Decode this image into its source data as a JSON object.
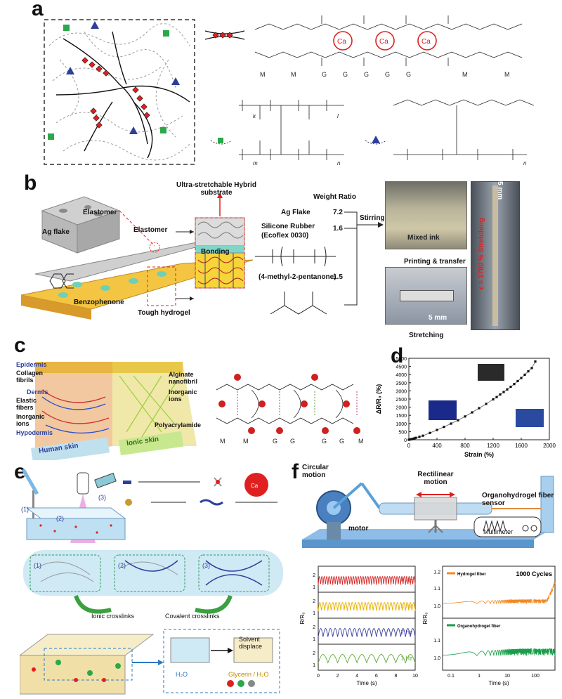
{
  "panels": {
    "a": "a",
    "b": "b",
    "c": "c",
    "d": "d",
    "e": "e",
    "f": "f"
  },
  "panel_a": {
    "ca_ion": "Ca",
    "sequence": [
      "M",
      "M",
      "G",
      "G",
      "G",
      "G",
      "G",
      "M",
      "M"
    ],
    "sub_labels": [
      "k",
      "l",
      "m",
      "n",
      "n"
    ]
  },
  "panel_b": {
    "ag_flake": "Ag flake",
    "elastomer": "Elastomer",
    "elastomer2": "Elastomer",
    "bonding": "Bonding",
    "benzophenone": "Benzophenone",
    "tough_hydrogel": "Tough hydrogel",
    "substrate": "Ultra-stretchable Hybrid substrate",
    "weight_ratio": "Weight Ratio",
    "ag_flake2": "Ag Flake",
    "ag_ratio": "7.2",
    "silicone": "Silicone Rubber",
    "ecoflex": "(Ecoflex 0030)",
    "silicone_ratio": "1.6",
    "solvent": "(4-methyl-2-pentanone)",
    "solvent_ratio": "1.5",
    "stirring": "Stirring",
    "mixed_ink": "Mixed ink",
    "printing": "Printing & transfer",
    "stretching": "Stretching",
    "scale_5mm": "5 mm",
    "scale_5mm_v": "5 mm",
    "strain_label": "ε = 1780 %  Stretching"
  },
  "panel_c": {
    "epidermis": "Epidermis",
    "collagen": "Collagen fibrils",
    "dermis": "Dermis",
    "elastic": "Elastic fibers",
    "inorganic": "Inorganic ions",
    "hypodermis": "Hypodermis",
    "alginate": "Alginate nanofibril",
    "inorganic2": "Inorganic ions",
    "polyacrylamide": "Polyacrylamide",
    "human_skin": "Human skin",
    "ionic_skin": "Ionic skin",
    "sequence": [
      "M",
      "M",
      "G",
      "G",
      "G",
      "G",
      "M"
    ]
  },
  "chart_data": [
    {
      "type": "scatter",
      "xlabel": "Strain (%)",
      "ylabel": "ΔR/R₀ (%)",
      "xlim": [
        0,
        2000
      ],
      "ylim": [
        0,
        5000
      ],
      "x_ticks": [
        "0",
        "400",
        "800",
        "1200",
        "1600",
        "2000"
      ],
      "y_ticks": [
        "0",
        "500",
        "1000",
        "1500",
        "2000",
        "2500",
        "3000",
        "3500",
        "4000",
        "4500",
        "5000"
      ],
      "x": [
        0,
        20,
        40,
        60,
        80,
        100,
        150,
        200,
        300,
        400,
        500,
        600,
        700,
        800,
        900,
        1000,
        1100,
        1200,
        1250,
        1300,
        1350,
        1400,
        1450,
        1500,
        1550,
        1600,
        1650,
        1700,
        1750,
        1800
      ],
      "y": [
        0,
        20,
        40,
        60,
        90,
        120,
        180,
        250,
        420,
        600,
        790,
        990,
        1200,
        1430,
        1680,
        1940,
        2200,
        2480,
        2620,
        2780,
        2930,
        3090,
        3250,
        3420,
        3600,
        3790,
        3990,
        4200,
        4400,
        4800
      ]
    },
    {
      "type": "line",
      "ylabel": "R/R₀",
      "xlabel": "Time (s)",
      "x_ticks": [
        "0",
        "2",
        "4",
        "6",
        "8",
        "10"
      ],
      "y_ticks": [
        "1",
        "2"
      ],
      "series": [
        {
          "name": "4 Hz",
          "color": "#d62828",
          "freq": 4
        },
        {
          "name": "3 Hz",
          "color": "#e8b100",
          "freq": 3
        },
        {
          "name": "2 Hz",
          "color": "#3b3f9c",
          "freq": 2
        },
        {
          "name": "1 Hz",
          "color": "#5aa832",
          "freq": 1
        }
      ],
      "xlim": [
        0,
        10
      ]
    },
    {
      "type": "line",
      "ylabel": "R/R₀",
      "xlabel": "Time (s)",
      "annotation": "1000 Cycles",
      "x_ticks": [
        "0.1",
        "1",
        "10",
        "100"
      ],
      "y_ticks": [
        "1.0",
        "1.1",
        "1.2"
      ],
      "xlim": [
        0.05,
        500
      ],
      "series": [
        {
          "name": "Hydrogel fiber",
          "color": "#f08a24"
        },
        {
          "name": "Organohydrogel fiber",
          "color": "#1a9d4a"
        }
      ]
    }
  ],
  "panel_e": {
    "step1": "(1)",
    "step2": "(2)",
    "step3": "(3)",
    "inner1": "(1)",
    "inner2": "(2)",
    "inner3": "(3)",
    "ionic": "Ionic crosslinks",
    "covalent": "Covalent crosslinks",
    "solvent": "Solvent displace",
    "h2o": "H₂O",
    "glycerin": "Glycerin / H₂O",
    "ca_ion": "Ca"
  },
  "panel_f": {
    "circular": "Circular motion",
    "rectilinear": "Rectilinear motion",
    "motor": "motor",
    "sensor": "Organohydrogel fiber sensor",
    "multimeter": "Multimeter"
  }
}
